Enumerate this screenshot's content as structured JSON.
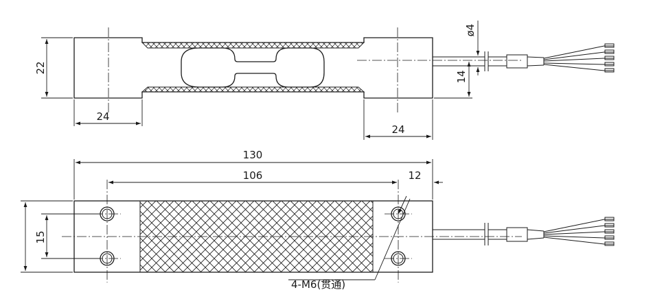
{
  "drawing": {
    "type": "load-cell-dimension-drawing",
    "line_color": "#1a1a1a",
    "background": "#ffffff",
    "dimensions": {
      "top_height": "22",
      "cable_diameter": "ø4",
      "cable_offset": "14",
      "left_length": "24",
      "right_length": "24",
      "total_length": "130",
      "hole_spacing": "106",
      "hole_edge": "12",
      "hole_vertical": "15"
    },
    "callout": "4-M6(贯通)"
  }
}
